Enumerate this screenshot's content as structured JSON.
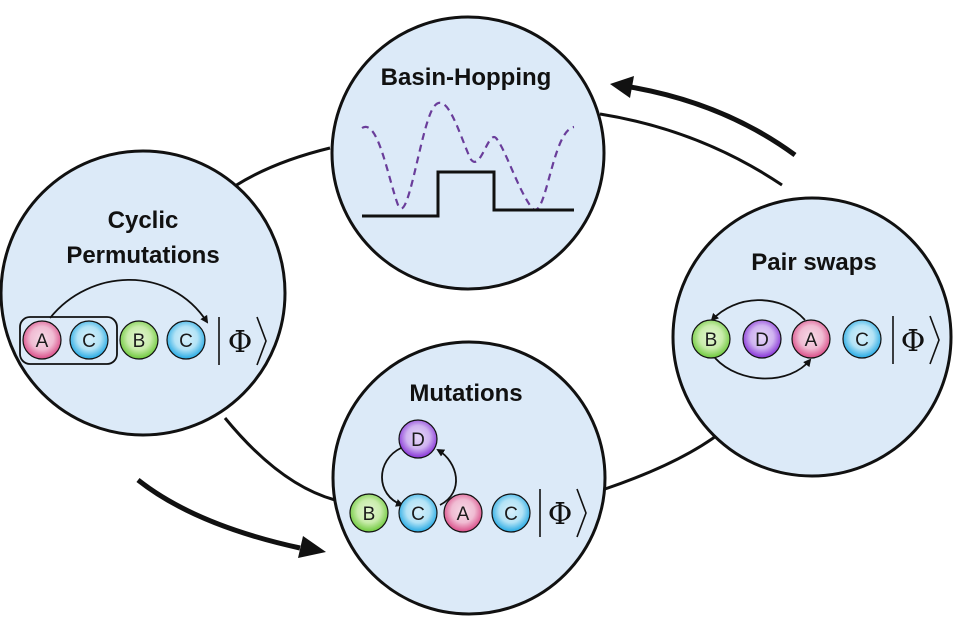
{
  "diagram": {
    "nodes": [
      {
        "id": "basin",
        "title": [
          "Basin-Hopping"
        ]
      },
      {
        "id": "cyclic",
        "title": [
          "Cyclic",
          "Permutations"
        ],
        "orbitals": [
          "A",
          "C",
          "B",
          "C"
        ]
      },
      {
        "id": "pair",
        "title": [
          "Pair swaps"
        ],
        "orbitals": [
          "B",
          "D",
          "A",
          "C"
        ]
      },
      {
        "id": "mut",
        "title": [
          "Mutations"
        ],
        "orbitals": [
          "B",
          "C",
          "A",
          "C"
        ],
        "mutant": "D"
      }
    ],
    "ket_symbol": "Φ"
  },
  "colors": {
    "node_fill": "#dceaf8",
    "stroke": "#111111",
    "dashed_curve": "#6a3d9a",
    "A": "#d94a86",
    "B": "#7fcf46",
    "C": "#3ab4e6",
    "D": "#8a3fd8"
  }
}
